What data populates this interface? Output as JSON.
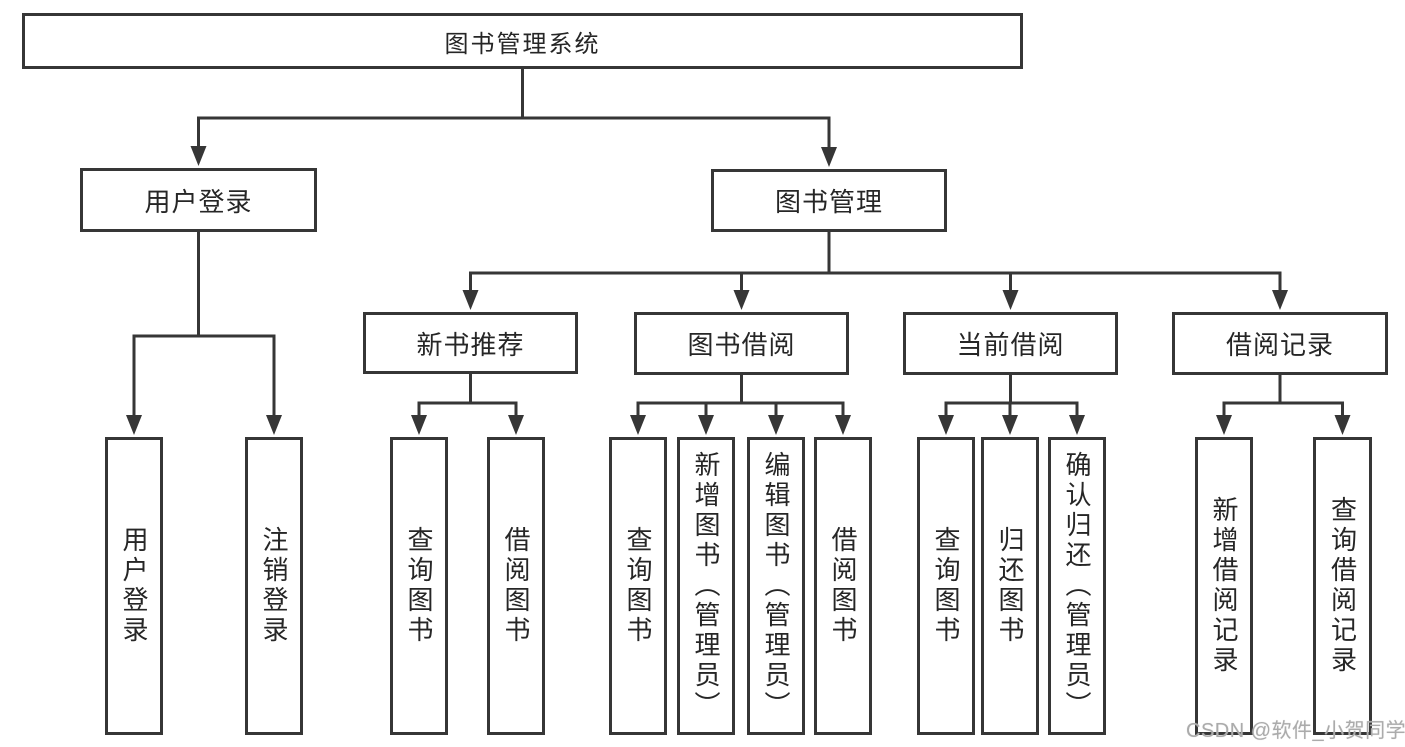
{
  "tree": {
    "root": {
      "label": "图书管理系统"
    },
    "branches": [
      {
        "label": "用户登录",
        "children": [
          {
            "label": "用户登录"
          },
          {
            "label": "注销登录"
          }
        ]
      },
      {
        "label": "图书管理",
        "children": [
          {
            "label": "新书推荐",
            "children": [
              {
                "label": "查询图书"
              },
              {
                "label": "借阅图书"
              }
            ]
          },
          {
            "label": "图书借阅",
            "children": [
              {
                "label": "查询图书"
              },
              {
                "label": "新增图书（管理员）"
              },
              {
                "label": "编辑图书（管理员）"
              },
              {
                "label": "借阅图书"
              }
            ]
          },
          {
            "label": "当前借阅",
            "children": [
              {
                "label": "查询图书"
              },
              {
                "label": "归还图书"
              },
              {
                "label": "确认归还（管理员）"
              }
            ]
          },
          {
            "label": "借阅记录",
            "children": [
              {
                "label": "新增借阅记录"
              },
              {
                "label": "查询借阅记录"
              }
            ]
          }
        ]
      }
    ]
  },
  "watermark": {
    "text": "CSDN @软件_小贺同学"
  },
  "colors": {
    "line": "#363636",
    "box_border": "#363636",
    "box_background": "#ffffff",
    "text": "#262626",
    "watermark": "#ababab",
    "page_background": "#ffffff"
  }
}
